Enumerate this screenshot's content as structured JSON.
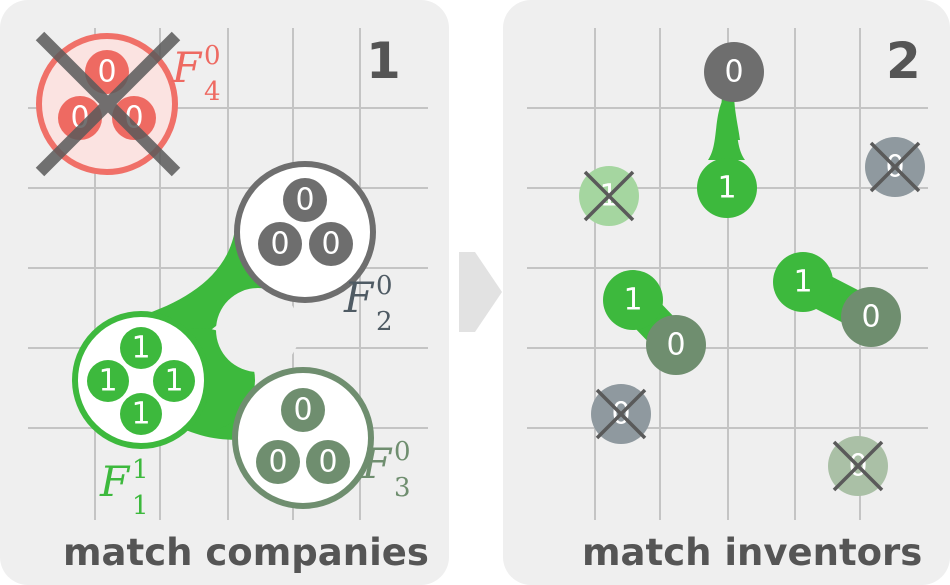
{
  "panel1": {
    "step": "1",
    "caption": "match companies",
    "companies": {
      "f4": {
        "letter": "F",
        "sup": "0",
        "sub": "4",
        "members": [
          "0",
          "0",
          "0"
        ]
      },
      "f2": {
        "letter": "F",
        "sup": "0",
        "sub": "2",
        "members": [
          "0",
          "0",
          "0"
        ]
      },
      "f1": {
        "letter": "F",
        "sup": "1",
        "sub": "1",
        "members": [
          "1",
          "1",
          "1",
          "1"
        ]
      },
      "f3": {
        "letter": "F",
        "sup": "0",
        "sub": "3",
        "members": [
          "0",
          "0",
          "0"
        ]
      }
    }
  },
  "panel2": {
    "step": "2",
    "caption": "match inventors",
    "inventors": {
      "pair_top": [
        "0",
        "1"
      ],
      "pair_left": [
        "1",
        "0"
      ],
      "pair_right": [
        "1",
        "0"
      ],
      "excluded": [
        "1",
        "0",
        "0",
        "0"
      ]
    }
  },
  "colors": {
    "green": "#3db93d",
    "light_green": "#a5d6a0",
    "sage": "#6f8e6f",
    "gray": "#6e6e6e",
    "slate": "#4f5b64",
    "red": "#f07068",
    "panel_bg": "#efefef",
    "text": "#555555"
  }
}
